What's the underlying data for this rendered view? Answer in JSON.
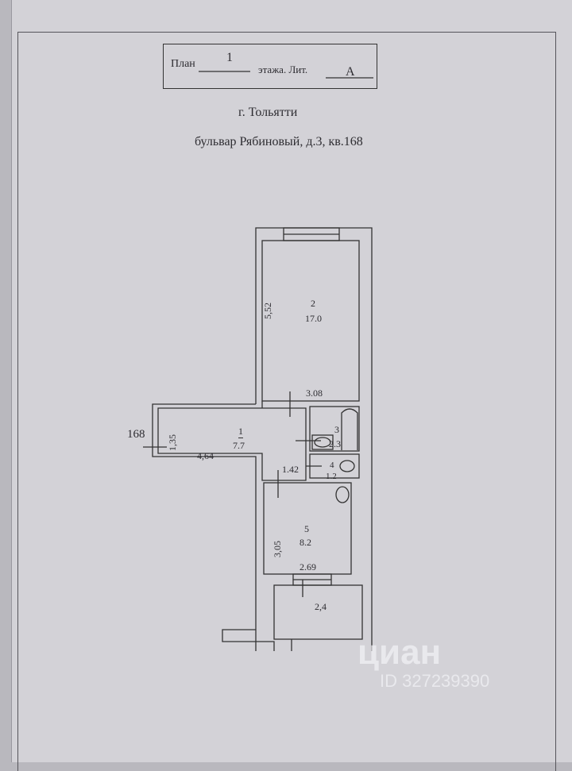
{
  "header": {
    "plan_label": "План",
    "floor_number": "1",
    "floor_suffix": "этажа. Лит.",
    "liter": "А"
  },
  "city": "г. Тольятти",
  "address": "бульвар Рябиновый, д.3, кв.168",
  "plan": {
    "apartment_number": "168",
    "rooms": [
      {
        "number": "1",
        "area": "7.7"
      },
      {
        "number": "2",
        "area": "17.0"
      },
      {
        "number": "3",
        "area": "2.3"
      },
      {
        "number": "4",
        "area": "1.2"
      },
      {
        "number": "5",
        "area": "8.2"
      }
    ],
    "dimensions": {
      "room2_length": "5,52",
      "room2_width": "3.08",
      "hall_width": "1,35",
      "hall_length": "4,64",
      "hall_passage": "1.42",
      "kitchen_length": "3,05",
      "kitchen_width": "2.69",
      "balcony": "2,4"
    }
  },
  "watermark": {
    "brand": "циан",
    "id": "ID 327239390"
  }
}
